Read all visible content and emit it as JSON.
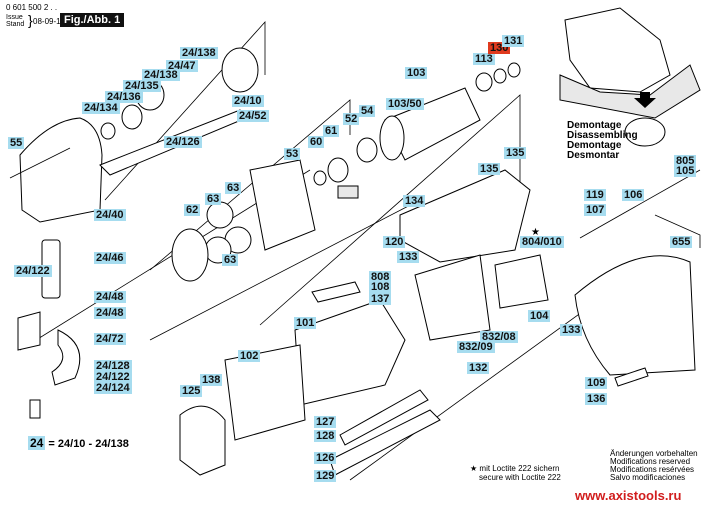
{
  "header": {
    "part_number": "0 601 500 2 . .",
    "issue_label_1": "Issue",
    "issue_label_2": "Stand",
    "issue_date": "08-09-16",
    "figure_label": "Fig./Abb. 1"
  },
  "disassembly_note": [
    "Demontage",
    "Disassembling",
    "Demontage",
    "Desmontar"
  ],
  "parts_labels": [
    {
      "id": "24/138a",
      "text": "24/138"
    },
    {
      "id": "24/47",
      "text": "24/47"
    },
    {
      "id": "24/138b",
      "text": "24/138"
    },
    {
      "id": "24/135",
      "text": "24/135"
    },
    {
      "id": "24/136",
      "text": "24/136"
    },
    {
      "id": "24/134",
      "text": "24/134"
    },
    {
      "id": "24/10",
      "text": "24/10"
    },
    {
      "id": "24/52",
      "text": "24/52"
    },
    {
      "id": "24/126",
      "text": "24/126"
    },
    {
      "id": "55",
      "text": "55"
    },
    {
      "id": "24/40",
      "text": "24/40"
    },
    {
      "id": "24/46",
      "text": "24/46"
    },
    {
      "id": "24/122a",
      "text": "24/122"
    },
    {
      "id": "24/48a",
      "text": "24/48"
    },
    {
      "id": "24/48b",
      "text": "24/48"
    },
    {
      "id": "24/72",
      "text": "24/72"
    },
    {
      "id": "24/128",
      "text": "24/128"
    },
    {
      "id": "24/122b",
      "text": "24/122"
    },
    {
      "id": "24/124",
      "text": "24/124"
    },
    {
      "id": "103",
      "text": "103"
    },
    {
      "id": "103/50",
      "text": "103/50"
    },
    {
      "id": "113",
      "text": "113"
    },
    {
      "id": "130",
      "text": "130",
      "highlight": true
    },
    {
      "id": "131",
      "text": "131"
    },
    {
      "id": "54",
      "text": "54"
    },
    {
      "id": "52",
      "text": "52"
    },
    {
      "id": "61",
      "text": "61"
    },
    {
      "id": "60",
      "text": "60"
    },
    {
      "id": "53",
      "text": "53"
    },
    {
      "id": "63a",
      "text": "63"
    },
    {
      "id": "63b",
      "text": "63"
    },
    {
      "id": "63c",
      "text": "63"
    },
    {
      "id": "62",
      "text": "62"
    },
    {
      "id": "135a",
      "text": "135"
    },
    {
      "id": "135b",
      "text": "135"
    },
    {
      "id": "134",
      "text": "134"
    },
    {
      "id": "120",
      "text": "120"
    },
    {
      "id": "133a",
      "text": "133"
    },
    {
      "id": "804/010",
      "text": "804/010",
      "star": true
    },
    {
      "id": "119",
      "text": "119"
    },
    {
      "id": "107",
      "text": "107"
    },
    {
      "id": "106",
      "text": "106"
    },
    {
      "id": "805/105",
      "text": "805\n105"
    },
    {
      "id": "655",
      "text": "655"
    },
    {
      "id": "808/108",
      "text": "808\n108"
    },
    {
      "id": "137",
      "text": "137"
    },
    {
      "id": "101",
      "text": "101"
    },
    {
      "id": "104",
      "text": "104"
    },
    {
      "id": "133b",
      "text": "133"
    },
    {
      "id": "832/08",
      "text": "832/08"
    },
    {
      "id": "832/09",
      "text": "832/09"
    },
    {
      "id": "132",
      "text": "132"
    },
    {
      "id": "102",
      "text": "102"
    },
    {
      "id": "138",
      "text": "138"
    },
    {
      "id": "125",
      "text": "125"
    },
    {
      "id": "127",
      "text": "127"
    },
    {
      "id": "128",
      "text": "128"
    },
    {
      "id": "126",
      "text": "126"
    },
    {
      "id": "129",
      "text": "129"
    },
    {
      "id": "109",
      "text": "109"
    },
    {
      "id": "136",
      "text": "136"
    }
  ],
  "legend": {
    "group_number": "24",
    "group_range": "= 24/10 - 24/138"
  },
  "loctite_note": {
    "line1": "mit Loctite 222 sichern",
    "line2": "secure with Loctite 222"
  },
  "modifications_note": [
    "Änderungen vorbehalten",
    "Modifications reserved",
    "Modifications resérvées",
    "Salvo modificaciones"
  ],
  "watermark": "www.axistools.ru",
  "colors": {
    "label_bg": "#a6dcef",
    "highlight_bg": "#e03a1e",
    "watermark": "#d11d1d"
  }
}
